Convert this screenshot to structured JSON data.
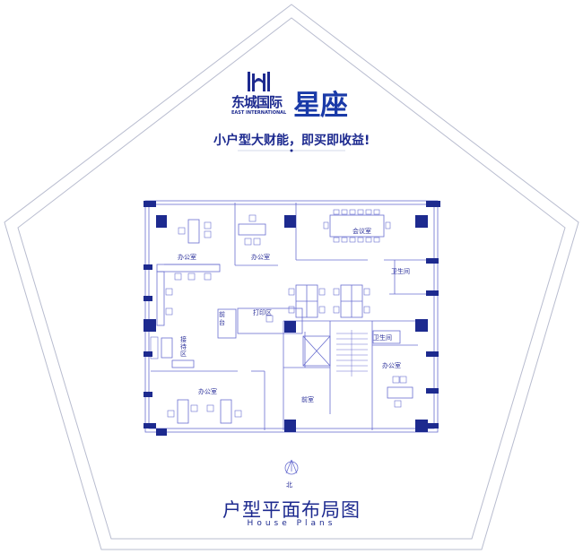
{
  "logo": {
    "cn": "东城国际",
    "en": "EAST INTERNATIONAL",
    "brand": "星座"
  },
  "tagline": "小户型大财能，即买即收益!",
  "rooms": {
    "office_nw": "办公室",
    "office_n": "办公室",
    "meeting": "会议室",
    "wc_e": "卫生间",
    "print": "打印区",
    "reception_desk": "前台",
    "reception_area": "接待区",
    "wc_se": "卫生间",
    "office_se": "办公室",
    "office_sw": "办公室",
    "anteroom": "前室"
  },
  "compass_label": "北",
  "title": "户型平面布局图",
  "subtitle": "House Plans",
  "colors": {
    "navy": "#1d2a8f",
    "line": "#6a6fd0",
    "frame": "#b8bccf"
  }
}
